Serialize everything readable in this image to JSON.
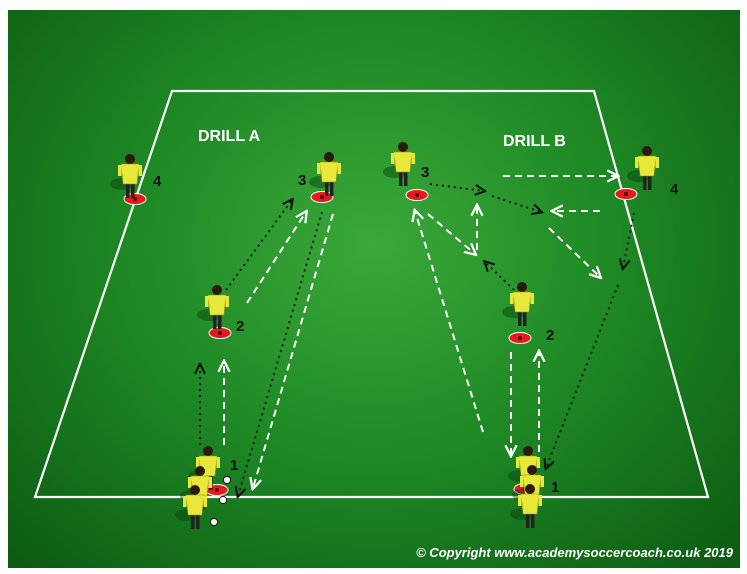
{
  "drills": {
    "a": {
      "title": "DRILL A"
    },
    "b": {
      "title": "DRILL B"
    }
  },
  "cone_numbers": {
    "a1": "1",
    "a2": "2",
    "a3": "3",
    "a4": "4",
    "b1": "1",
    "b2": "2",
    "b3": "3",
    "b4": "4"
  },
  "copyright": "© Copyright www.academysoccercoach.co.uk 2019",
  "colors": {
    "pitch": "#1f8a25",
    "lines": "#ffffff",
    "cone": "#e8191c",
    "shirt": "#e8e83a",
    "pass_line": "#111111"
  },
  "icons": [
    "player-icon",
    "cone-icon",
    "ball-icon"
  ]
}
